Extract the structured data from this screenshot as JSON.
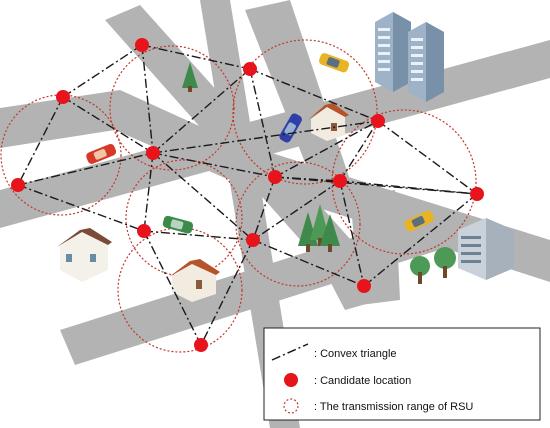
{
  "colors": {
    "road": "#b3b3b3",
    "node": "#e8141c",
    "range_circle": "#c0392b",
    "triangle_line": "#1a1a1a",
    "legend_border": "#222222"
  },
  "legend": {
    "triangle_label": ": Convex triangle",
    "candidate_label": ": Candidate location",
    "range_label": ": The transmission range of RSU"
  },
  "icons": [
    "building-icon",
    "house-icon",
    "tree-icon",
    "car-icon"
  ]
}
